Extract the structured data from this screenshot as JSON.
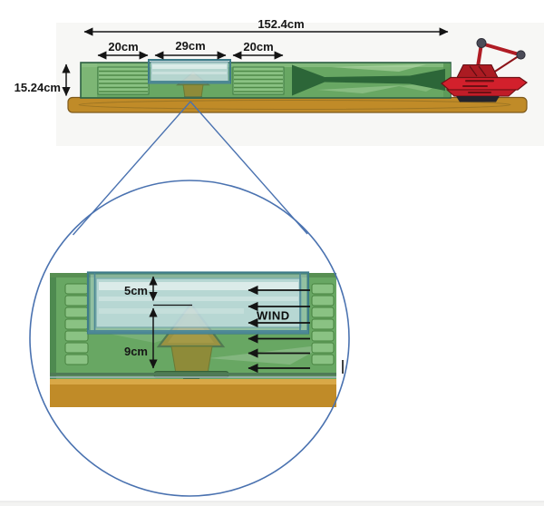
{
  "overview": {
    "total_length": "152.4cm",
    "inlet_section": "20cm",
    "test_section": "29cm",
    "outlet_section": "20cm",
    "height": "15.24cm"
  },
  "detail": {
    "clearance_above_house": "5cm",
    "house_height": "9cm",
    "wind_label": "WIND"
  },
  "colors": {
    "tunnel_green": "#68a763",
    "louver_green": "#8ac283",
    "cone_dark_green": "#2c6638",
    "glass_blue": "#c6e0e7",
    "frame_teal": "#3e7b89",
    "wood": "#c08b28",
    "house_olive": "#9a9242",
    "fan_red": "#d2202c",
    "callout_blue": "#4a72b0",
    "dimension_black": "#161616"
  }
}
